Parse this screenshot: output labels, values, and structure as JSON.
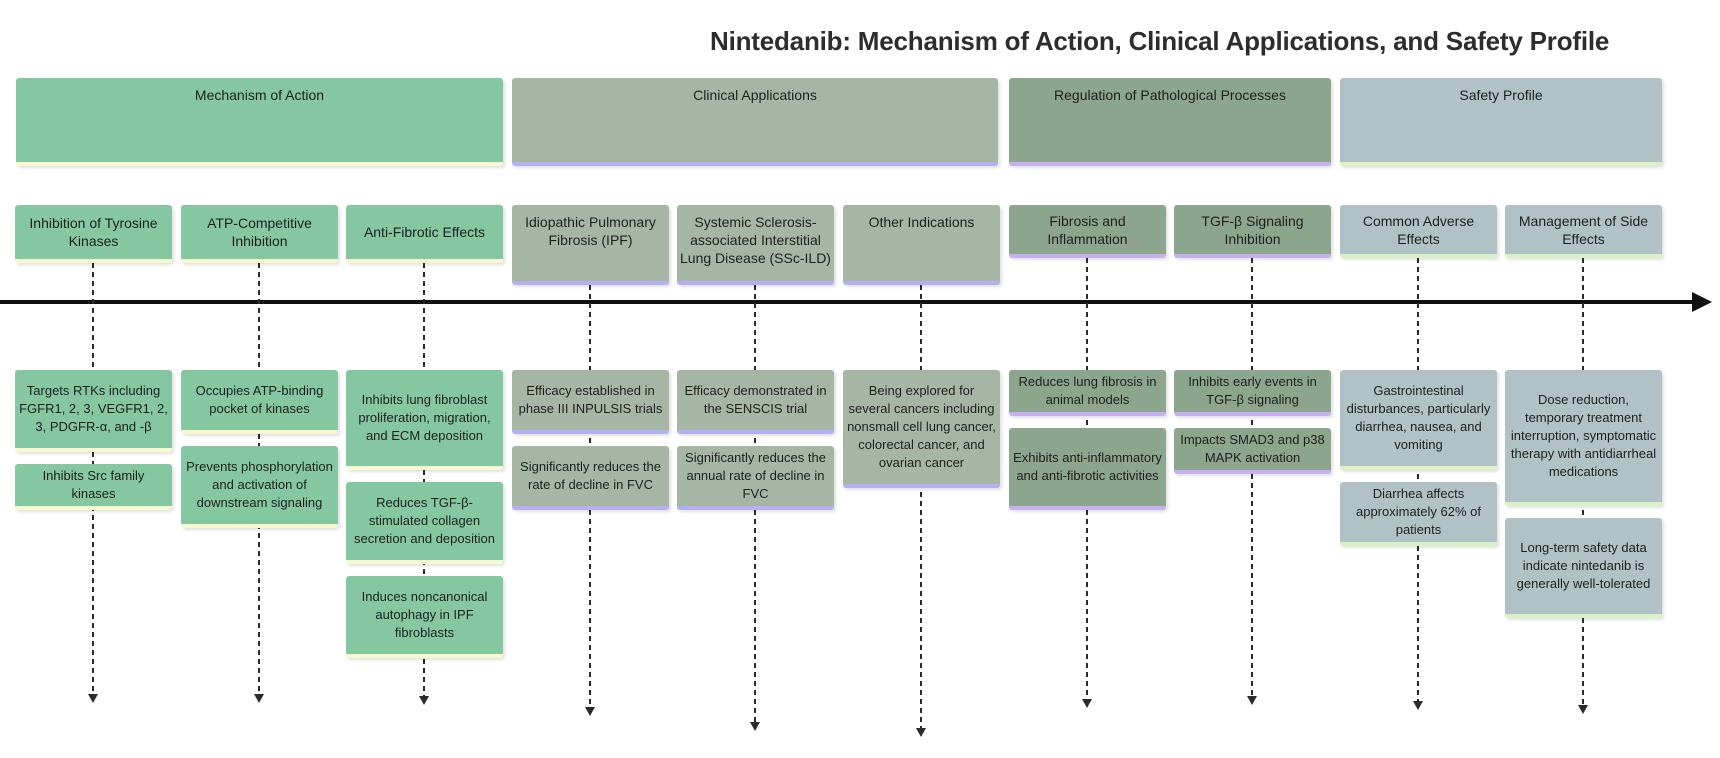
{
  "title": "Nintedanib: Mechanism of Action, Clinical Applications, and Safety Profile",
  "colors": {
    "mechanism_fill": "#85c7a1",
    "mechanism_border": "#f8f9d0",
    "clinical_fill": "#a5b7a4",
    "clinical_border": "#b3b1f2",
    "regulation_fill": "#8ca58d",
    "regulation_border": "#c7b0f0",
    "safety_fill": "#b0c2c6",
    "safety_border": "#d8f2c6",
    "ink": "#1f1f1f",
    "line": "#2b2b2b"
  },
  "categories": [
    {
      "label": "Mechanism of Action"
    },
    {
      "label": "Clinical Applications"
    },
    {
      "label": "Regulation of Pathological Processes"
    },
    {
      "label": "Safety Profile"
    }
  ],
  "columns": [
    {
      "header": "Inhibition of Tyrosine Kinases",
      "items": [
        "Targets RTKs including FGFR1, 2, 3, VEGFR1, 2, 3, PDGFR-α, and -β",
        "Inhibits Src family kinases"
      ]
    },
    {
      "header": "ATP-Competitive Inhibition",
      "items": [
        "Occupies ATP-binding pocket of kinases",
        "Prevents phosphorylation and activation of downstream signaling"
      ]
    },
    {
      "header": "Anti-Fibrotic Effects",
      "items": [
        "Inhibits lung fibroblast proliferation, migration, and ECM deposition",
        "Reduces TGF-β-stimulated collagen secretion and deposition",
        "Induces noncanonical autophagy in IPF fibroblasts"
      ]
    },
    {
      "header": "Idiopathic Pulmonary Fibrosis (IPF)",
      "items": [
        "Efficacy established in phase III INPULSIS trials",
        "Significantly reduces the rate of decline in FVC"
      ]
    },
    {
      "header": "Systemic Sclerosis-associated Interstitial Lung Disease (SSc-ILD)",
      "items": [
        "Efficacy demonstrated in the SENSCIS trial",
        "Significantly reduces the annual rate of decline in FVC"
      ]
    },
    {
      "header": "Other Indications",
      "items": [
        "Being explored for several cancers including nonsmall cell lung cancer, colorectal cancer, and ovarian cancer"
      ]
    },
    {
      "header": "Fibrosis and Inflammation",
      "items": [
        "Reduces lung fibrosis in animal models",
        "Exhibits anti-inflammatory and anti-fibrotic activities"
      ]
    },
    {
      "header": "TGF-β Signaling Inhibition",
      "items": [
        "Inhibits early events in TGF-β signaling",
        "Impacts SMAD3 and p38 MAPK activation"
      ]
    },
    {
      "header": "Common Adverse Effects",
      "items": [
        "Gastrointestinal disturbances, particularly diarrhea, nausea, and vomiting",
        "Diarrhea affects approximately 62% of patients"
      ]
    },
    {
      "header": "Management of Side Effects",
      "items": [
        "Dose reduction, temporary treatment interruption, symptomatic therapy with antidiarrheal medications",
        "Long-term safety data indicate nintedanib is generally well-tolerated"
      ]
    }
  ]
}
